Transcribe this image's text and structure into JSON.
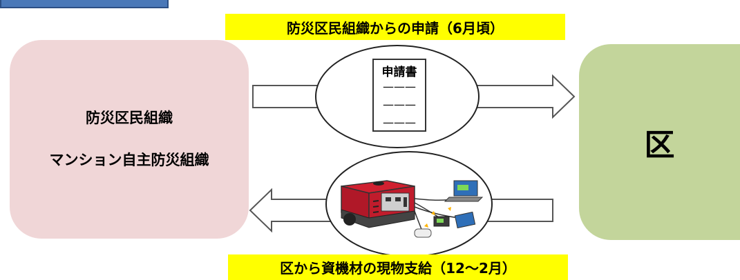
{
  "top_label": "防災区民組織からの申請（6月頃）",
  "bottom_label": "区から資機材の現物支給（12〜2月）",
  "left_box": {
    "line1": "防災区民組織",
    "line2": "マンション自主防災組織"
  },
  "right_box": {
    "label": "区"
  },
  "document_icon": {
    "title": "申請書",
    "dashes": "———"
  },
  "colors": {
    "banner": "#ffff00",
    "left_box": "#f0d6d7",
    "right_box": "#c3d59b",
    "tab": "#4a78b8"
  },
  "icons": [
    "application-form-icon",
    "generator-with-devices-icon"
  ]
}
